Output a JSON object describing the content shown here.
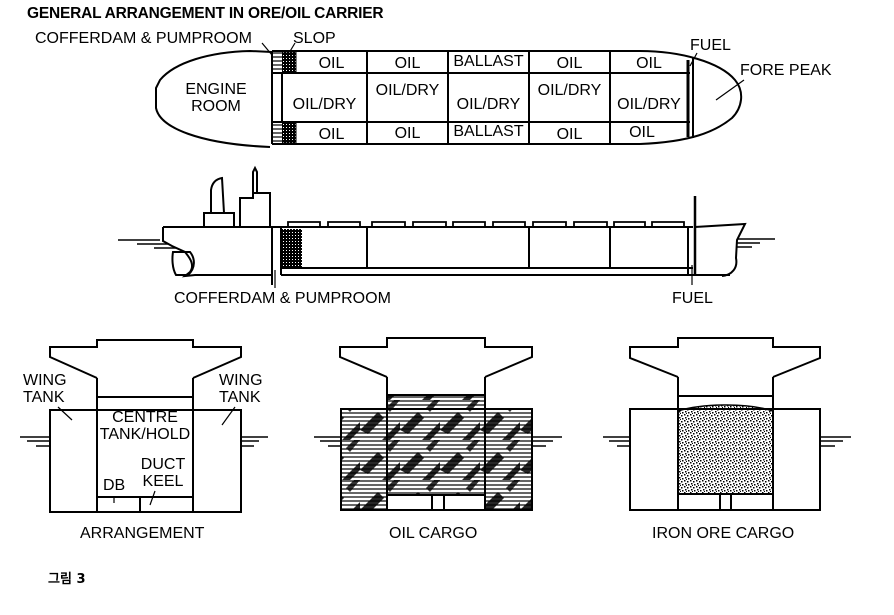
{
  "title": "GENERAL ARRANGEMENT IN ORE/OIL CARRIER",
  "plan_view": {
    "labels": {
      "cofferdam_pumproom": "COFFERDAM & PUMPROOM",
      "slop": "SLOP",
      "engine_room_line1": "ENGINE",
      "engine_room_line2": "ROOM",
      "fuel": "FUEL",
      "fore_peak": "FORE PEAK"
    },
    "top_row": [
      "OIL",
      "OIL",
      "BALLAST",
      "OIL",
      "OIL"
    ],
    "middle_row": [
      "OIL/DRY",
      "OIL/DRY",
      "OIL/DRY",
      "OIL/DRY",
      "OIL/DRY"
    ],
    "bottom_row": [
      "OIL",
      "OIL",
      "BALLAST",
      "OIL",
      "OIL"
    ]
  },
  "profile_view": {
    "labels": {
      "cofferdam_pumproom": "COFFERDAM & PUMPROOM",
      "fuel": "FUEL"
    }
  },
  "sections": [
    {
      "caption": "ARRANGEMENT",
      "labels": {
        "wing_tank_left_1": "WING",
        "wing_tank_left_2": "TANK",
        "wing_tank_right_1": "WING",
        "wing_tank_right_2": "TANK",
        "centre_1": "CENTRE",
        "centre_2": "TANK/HOLD",
        "duct_1": "DUCT",
        "duct_2": "KEEL",
        "db": "DB"
      }
    },
    {
      "caption": "OIL CARGO"
    },
    {
      "caption": "IRON ORE CARGO"
    }
  ],
  "figure_caption": "그림 3"
}
